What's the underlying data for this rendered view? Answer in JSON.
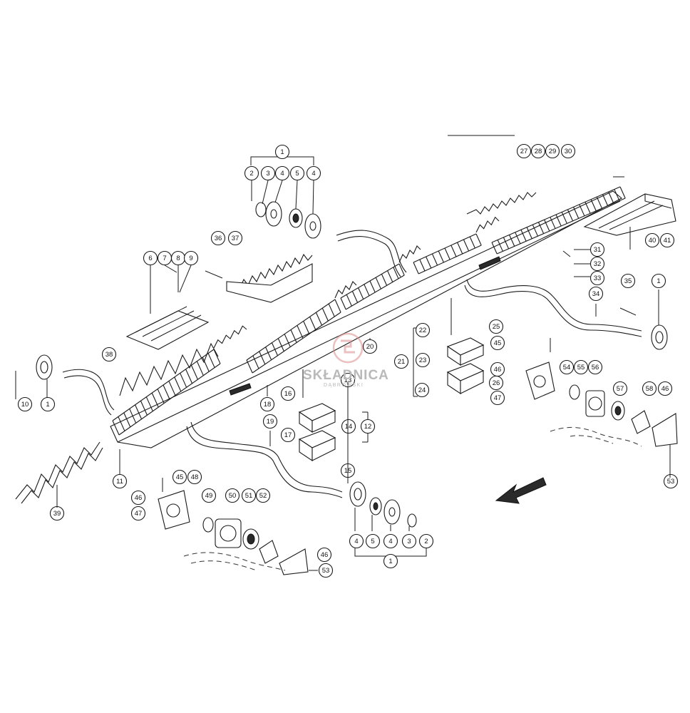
{
  "watermark": {
    "brand": "SKŁADNICA",
    "sub": "DĄBROWSKI",
    "color": "#c9c9c9",
    "logo_accent": "#d98c8c"
  },
  "colors": {
    "line": "#1a1a1a",
    "background": "#ffffff"
  },
  "callouts": [
    {
      "label": "1"
    },
    {
      "label": "2"
    },
    {
      "label": "3"
    },
    {
      "label": "4"
    },
    {
      "label": "5"
    },
    {
      "label": "4"
    },
    {
      "label": "6"
    },
    {
      "label": "7"
    },
    {
      "label": "8"
    },
    {
      "label": "9"
    },
    {
      "label": "36"
    },
    {
      "label": "37"
    },
    {
      "label": "38"
    },
    {
      "label": "27"
    },
    {
      "label": "28"
    },
    {
      "label": "29"
    },
    {
      "label": "30"
    },
    {
      "label": "40"
    },
    {
      "label": "41"
    },
    {
      "label": "31"
    },
    {
      "label": "32"
    },
    {
      "label": "33"
    },
    {
      "label": "34"
    },
    {
      "label": "35"
    },
    {
      "label": "1"
    },
    {
      "label": "22"
    },
    {
      "label": "25"
    },
    {
      "label": "20"
    },
    {
      "label": "21"
    },
    {
      "label": "23"
    },
    {
      "label": "26"
    },
    {
      "label": "24"
    },
    {
      "label": "45"
    },
    {
      "label": "46"
    },
    {
      "label": "47"
    },
    {
      "label": "54"
    },
    {
      "label": "55"
    },
    {
      "label": "56"
    },
    {
      "label": "57"
    },
    {
      "label": "58"
    },
    {
      "label": "46"
    },
    {
      "label": "53"
    },
    {
      "label": "10"
    },
    {
      "label": "1"
    },
    {
      "label": "11"
    },
    {
      "label": "39"
    },
    {
      "label": "13"
    },
    {
      "label": "16"
    },
    {
      "label": "18"
    },
    {
      "label": "19"
    },
    {
      "label": "14"
    },
    {
      "label": "12"
    },
    {
      "label": "17"
    },
    {
      "label": "15"
    },
    {
      "label": "45"
    },
    {
      "label": "48"
    },
    {
      "label": "46"
    },
    {
      "label": "47"
    },
    {
      "label": "49"
    },
    {
      "label": "50"
    },
    {
      "label": "51"
    },
    {
      "label": "52"
    },
    {
      "label": "46"
    },
    {
      "label": "53"
    },
    {
      "label": "4"
    },
    {
      "label": "5"
    },
    {
      "label": "4"
    },
    {
      "label": "3"
    },
    {
      "label": "2"
    },
    {
      "label": "1"
    }
  ]
}
